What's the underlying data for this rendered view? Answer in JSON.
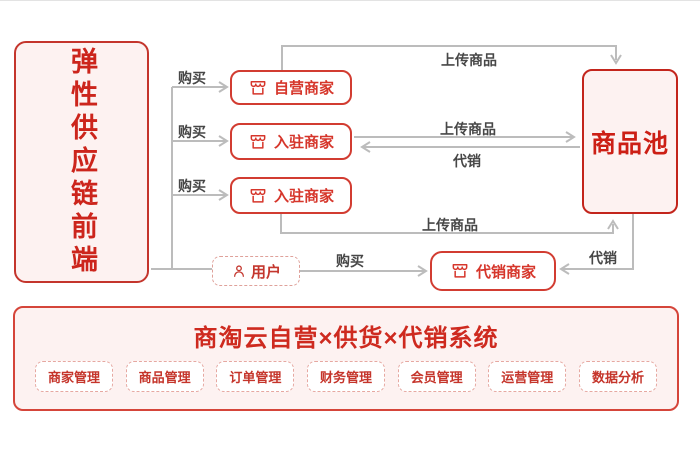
{
  "left_panel": {
    "label": "弹性供应链前端"
  },
  "nodes": {
    "self_operated": {
      "label": "自营商家"
    },
    "settled_1": {
      "label": "入驻商家"
    },
    "settled_2": {
      "label": "入驻商家"
    },
    "user": {
      "label": "用户"
    },
    "consignment": {
      "label": "代销商家"
    },
    "product_pool": {
      "label": "商品池"
    }
  },
  "edge_labels": {
    "buy_1": "购买",
    "buy_2": "购买",
    "buy_3": "购买",
    "upload_top": "上传商品",
    "upload_mid": "上传商品",
    "consign_mid": "代销",
    "upload_bottom": "上传商品",
    "consign_return": "代销",
    "user_buy": "购买"
  },
  "system_panel": {
    "title": "商淘云自营×供货×代销系统",
    "modules": [
      {
        "label": "商家管理"
      },
      {
        "label": "商品管理"
      },
      {
        "label": "订单管理"
      },
      {
        "label": "财务管理"
      },
      {
        "label": "会员管理"
      },
      {
        "label": "运营管理"
      },
      {
        "label": "数据分析"
      }
    ]
  },
  "colors": {
    "accent_red": "#ce2a1f",
    "box_border_red": "#d23c31",
    "panel_pink": "#fdf2f1",
    "line_gray": "#bcbcbc"
  }
}
